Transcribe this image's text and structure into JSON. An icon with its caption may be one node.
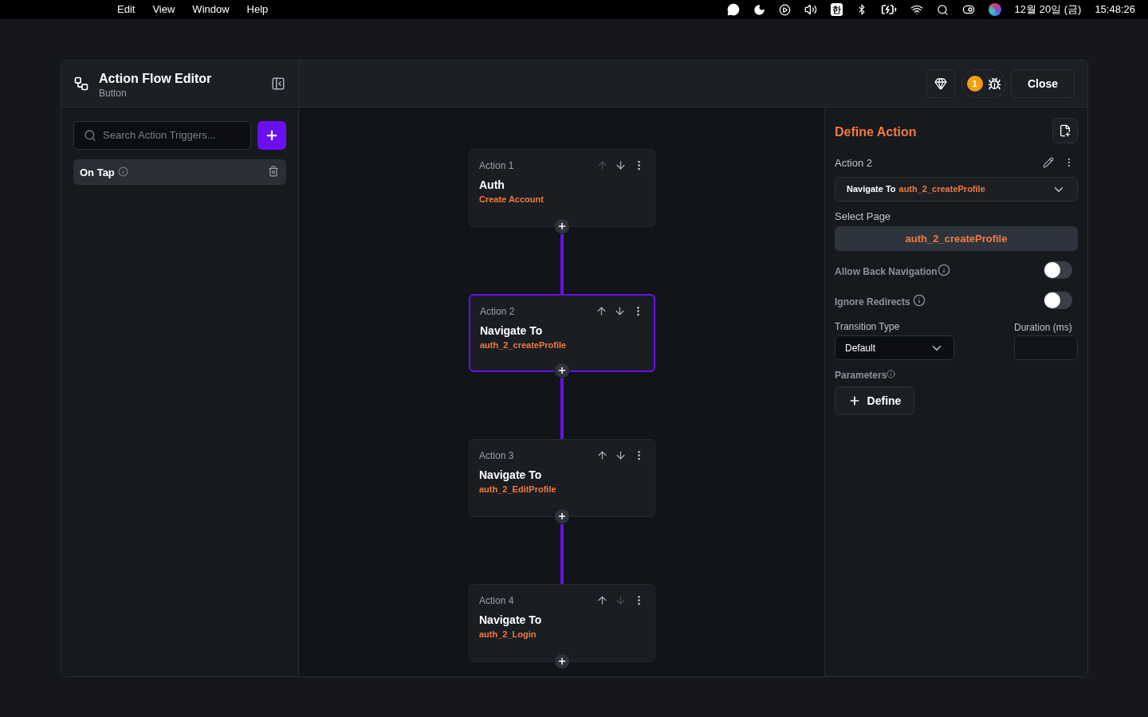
{
  "diagram": {
    "nodes": [
      {
        "text": [
          "Action 1",
          "Auth",
          "Create Account"
        ]
      },
      {
        "text": [
          "Action 2",
          "Navigate To",
          "auth_2_createProfile"
        ]
      },
      {
        "text": [
          "Action 3",
          "Navigate To",
          "auth_2_EditProfile"
        ]
      },
      {
        "text": [
          "Action 4",
          "Navigate To",
          "auth_2_Login"
        ]
      }
    ],
    "edges": [
      {
        "from": 0,
        "to": 1,
        "arrow": "none"
      },
      {
        "from": 1,
        "to": 2,
        "arrow": "none"
      },
      {
        "from": 2,
        "to": 3,
        "arrow": "none"
      }
    ],
    "labels": [
      "Edit",
      "View",
      "Window",
      "Help",
      "한",
      "12월 20일 (금)",
      "15:48:26",
      "Action Flow Editor",
      "Button",
      "Search Action Triggers...",
      "On Tap",
      "1",
      "Close",
      "Define Action",
      "Action 2",
      "Navigate To",
      "auth_2_createProfile",
      "Select Page",
      "auth_2_createProfile",
      "Allow Back Navigation",
      "Ignore Redirects",
      "Transition Type",
      "Duration (ms)",
      "Default",
      "Parameters",
      "Define"
    ]
  }
}
